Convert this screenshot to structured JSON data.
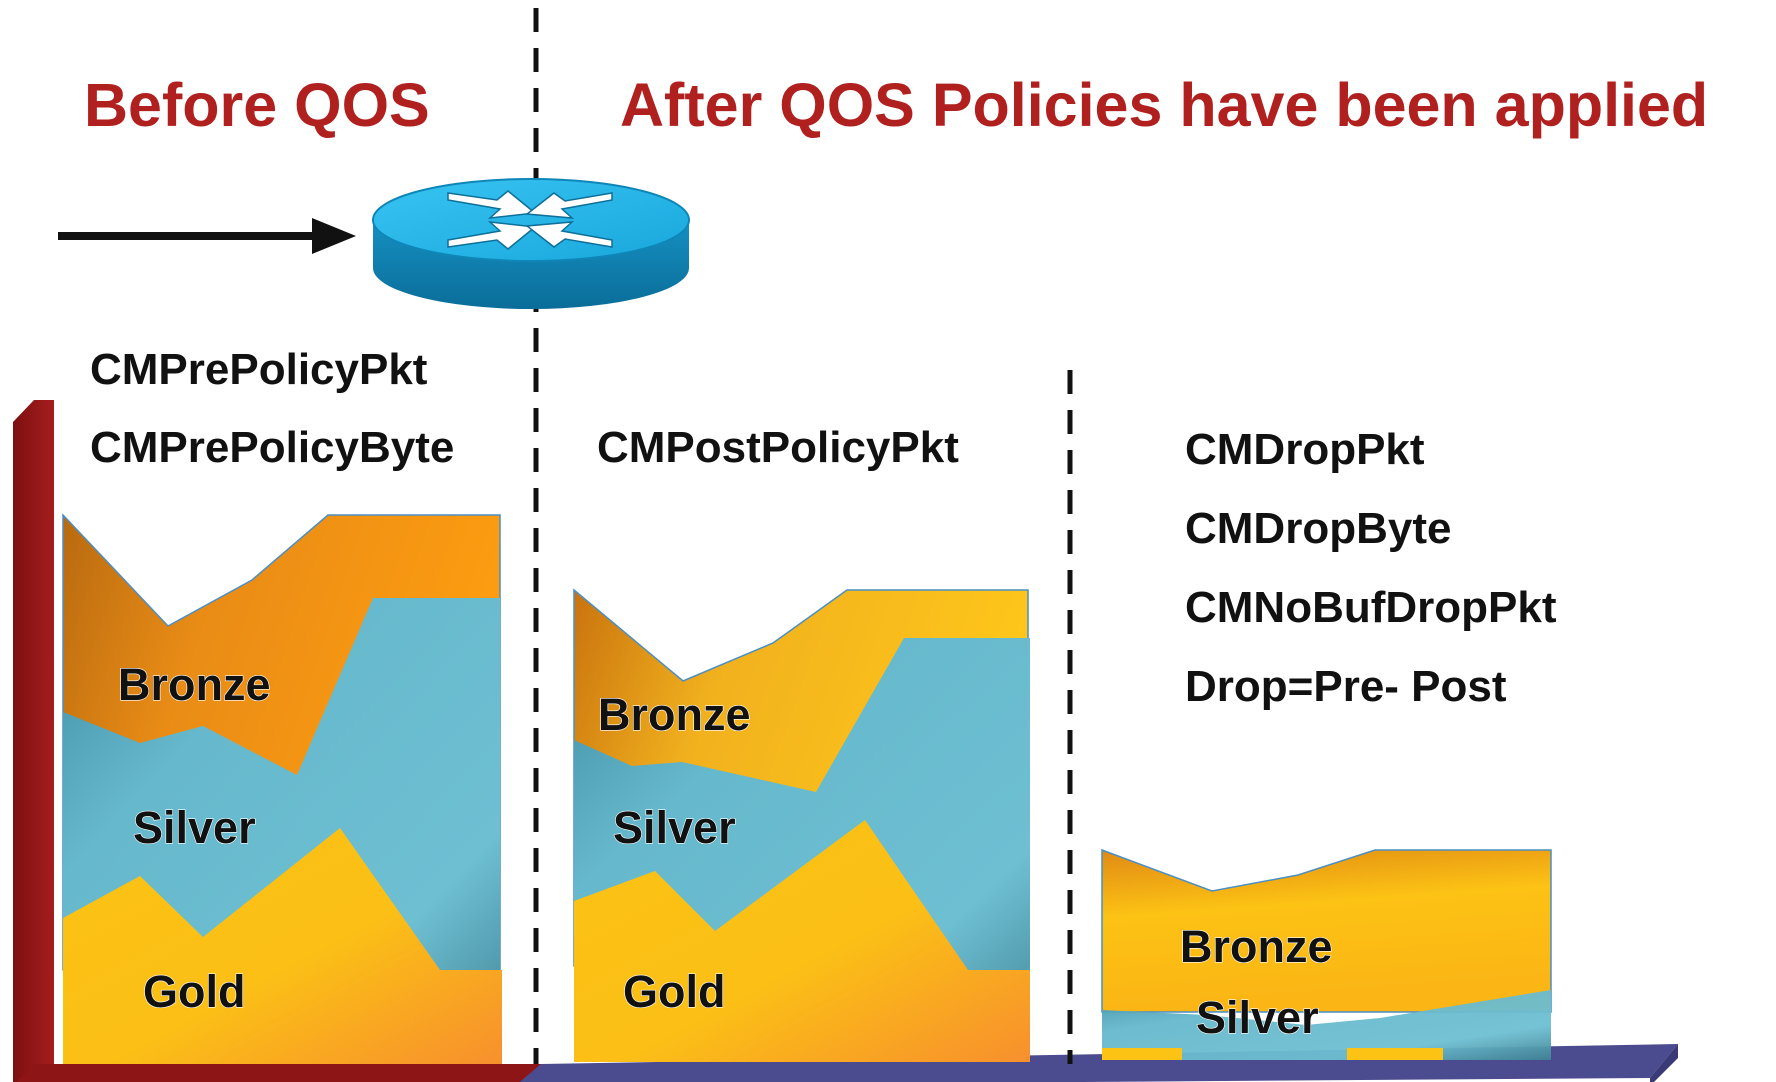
{
  "headings": {
    "before": "Before QOS",
    "after": "After QOS Policies have been applied"
  },
  "counters": {
    "pre": [
      "CMPrePolicyPkt",
      "CMPrePolicyByte"
    ],
    "post": [
      "CMPostPolicyPkt"
    ],
    "drop": [
      "CMDropPkt",
      "CMDropByte",
      "CMNoBufDropPkt",
      "Drop=Pre- Post"
    ]
  },
  "panels": {
    "before": {
      "bronze": "Bronze",
      "silver": "Silver",
      "gold": "Gold"
    },
    "after": {
      "bronze": "Bronze",
      "silver": "Silver",
      "gold": "Gold"
    },
    "drop": {
      "bronze": "Bronze",
      "silver": "Silver"
    }
  },
  "colors": {
    "heading": "#b0201f",
    "bronze": "#f39a1c",
    "silver": "#6fbfd1",
    "gold": "#fcc214",
    "axis_left": "#9b1b1b",
    "axis_floor": "#4b4b8f",
    "router": "#1ba3d8"
  },
  "icons": [
    "router-icon",
    "arrow-right-icon"
  ]
}
